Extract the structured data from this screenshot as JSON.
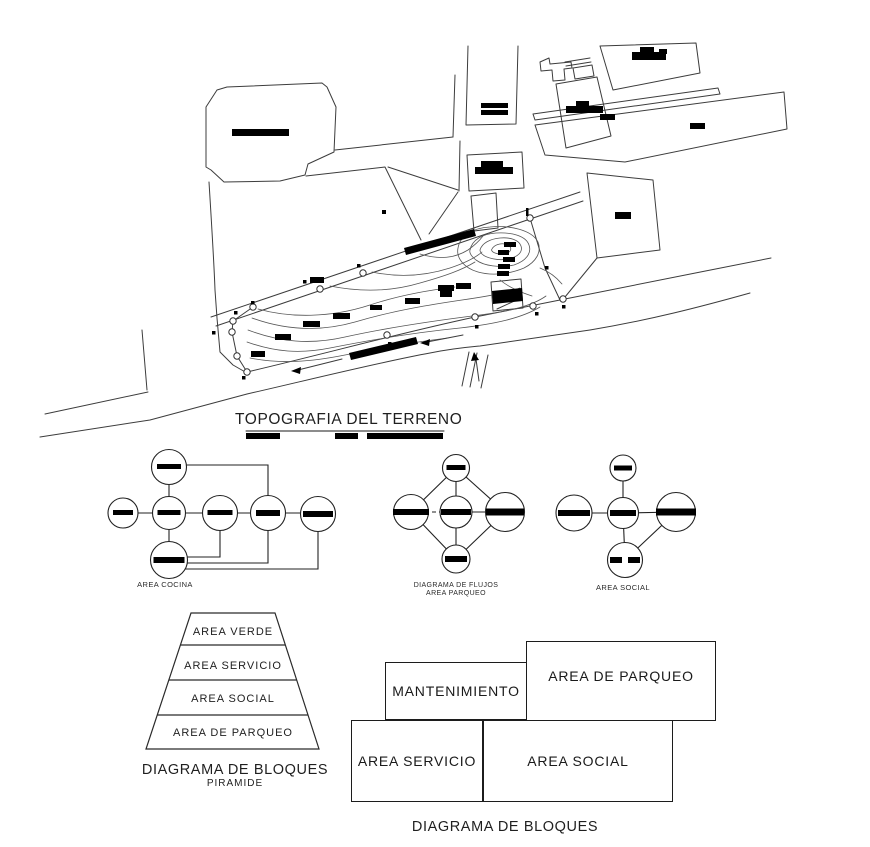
{
  "drawing": {
    "title": "TOPOGRAFIA DEL TERRENO"
  },
  "flow_diagrams": {
    "cocina": {
      "caption": "AREA COCINA"
    },
    "parqueo": {
      "caption_line1": "DIAGRAMA DE FLUJOS",
      "caption_line2": "AREA PARQUEO"
    },
    "social": {
      "caption": "AREA SOCIAL"
    }
  },
  "pyramid": {
    "tiers": [
      "AREA VERDE",
      "AREA SERVICIO",
      "AREA SOCIAL",
      "AREA DE PARQUEO"
    ],
    "caption": "DIAGRAMA DE BLOQUES",
    "subcaption": "PIRAMIDE"
  },
  "block_diagram": {
    "blocks": {
      "mantenimiento": "MANTENIMIENTO",
      "parqueo": "AREA DE PARQUEO",
      "servicio": "AREA SERVICIO",
      "social": "AREA SOCIAL"
    },
    "caption": "DIAGRAMA DE BLOQUES"
  },
  "colors": {
    "line": "#3c3c3c",
    "ink": "#000000",
    "background": "#ffffff"
  }
}
